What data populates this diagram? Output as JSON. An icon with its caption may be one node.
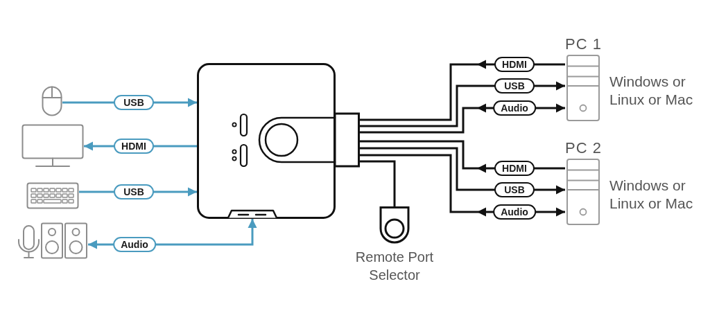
{
  "diagram": {
    "nodes": [
      {
        "text": [],
        "shape": "mouse"
      },
      {
        "text": [],
        "shape": "monitor"
      },
      {
        "text": [],
        "shape": "keyboard"
      },
      {
        "text": [],
        "shape": "picture"
      },
      {
        "text": [],
        "shape": "picture"
      },
      {
        "text": [
          "PC 1"
        ],
        "beside": [
          "Windows or Linux or Mac"
        ]
      },
      {
        "text": [
          "PC 2"
        ],
        "beside": [
          "Windows or Linux or Mac"
        ]
      },
      {
        "text": [
          "Remote Port Selector"
        ]
      }
    ],
    "edges": [
      {
        "from": 0,
        "to": 4,
        "arrow": "to",
        "label": "USB",
        "color": "#4a9bbf"
      },
      {
        "from": 4,
        "to": 1,
        "arrow": "to",
        "label": "HDMI",
        "color": "#4a9bbf"
      },
      {
        "from": 2,
        "to": 4,
        "arrow": "to",
        "label": "USB",
        "color": "#4a9bbf"
      },
      {
        "from": 4,
        "to": 3,
        "arrow": "both",
        "label": "Audio",
        "color": "#4a9bbf"
      },
      {
        "from": 5,
        "to": 4,
        "arrow": "to",
        "label": "HDMI"
      },
      {
        "from": 4,
        "to": 5,
        "arrow": "to",
        "label": "USB"
      },
      {
        "from": 4,
        "to": 5,
        "arrow": "both",
        "label": "Audio"
      },
      {
        "from": 6,
        "to": 4,
        "arrow": "to",
        "label": "HDMI"
      },
      {
        "from": 4,
        "to": 6,
        "arrow": "to",
        "label": "USB"
      },
      {
        "from": 4,
        "to": 6,
        "arrow": "both",
        "label": "Audio"
      },
      {
        "from": 4,
        "to": 7,
        "arrow": "none"
      }
    ]
  }
}
